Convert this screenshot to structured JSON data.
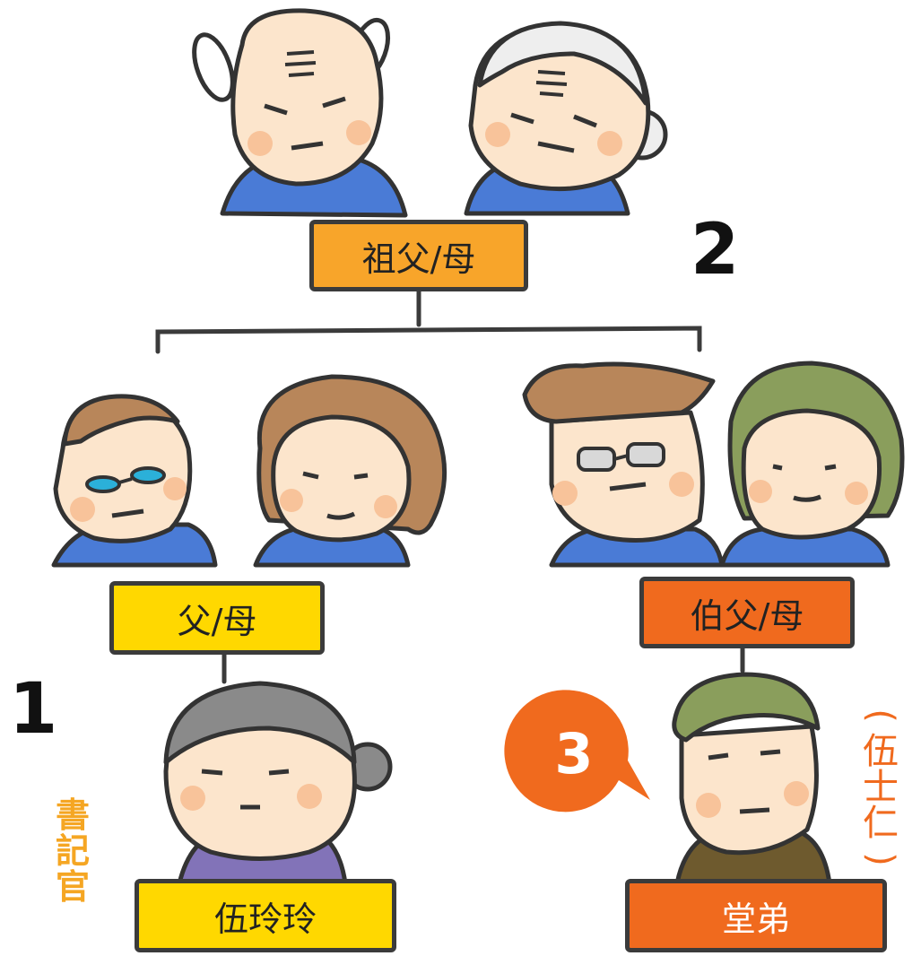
{
  "labels": {
    "grandparents": "祖父/母",
    "parents": "父/母",
    "uncle_aunt": "伯父/母",
    "self": "伍玲玲",
    "cousin": "堂弟"
  },
  "numbers": {
    "n1": "1",
    "n2": "2",
    "n3": "3"
  },
  "side_notes": {
    "secretary": [
      "書",
      "記",
      "官"
    ],
    "cousin_name": [
      "(",
      "伍",
      "士",
      "仁",
      ")"
    ]
  },
  "colors": {
    "grandparents_box": "#F8A52A",
    "parents_box": "#FFD800",
    "uncle_box": "#F06A1E",
    "self_box": "#FFD800",
    "cousin_box": "#F06A1E",
    "bubble": "#F06A1E",
    "secretary_text": "#F5A623",
    "cousin_name_text": "#F06A1E",
    "line": "#3b3b3b"
  }
}
